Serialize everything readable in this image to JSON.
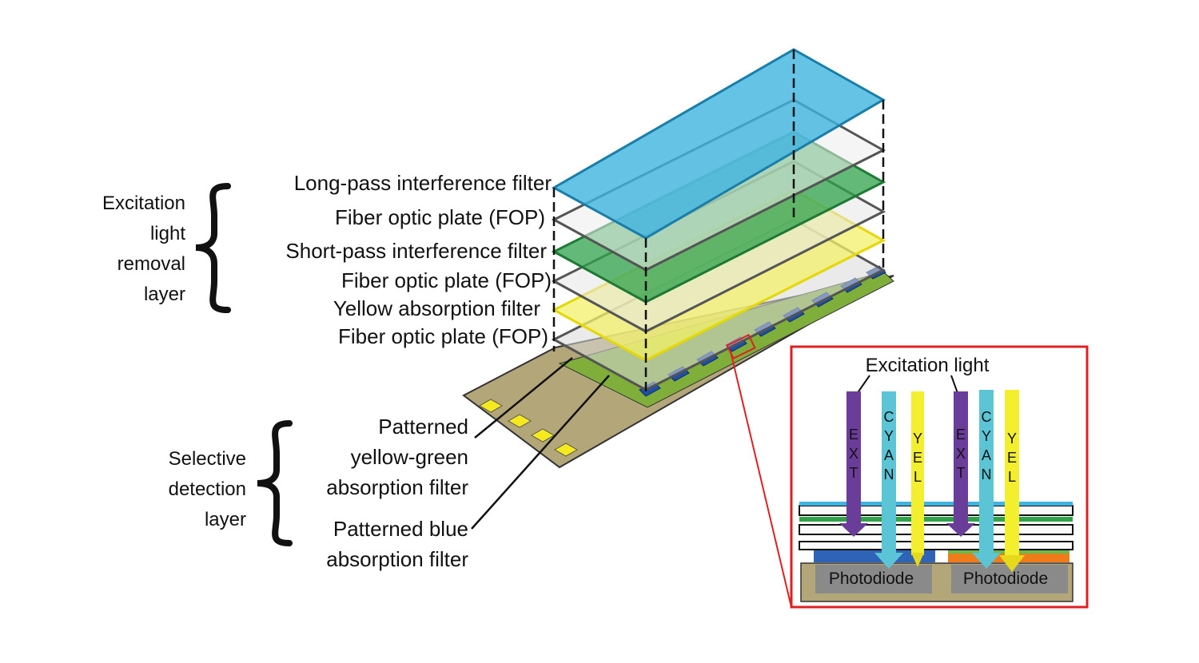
{
  "groups": {
    "excitation": [
      "Excitation",
      "light",
      "removal",
      "layer"
    ],
    "selective": [
      "Selective",
      "detection",
      "layer"
    ]
  },
  "layer_labels": [
    "Long-pass interference filter",
    "Fiber optic plate (FOP)",
    "Short-pass interference filter",
    "Fiber optic plate (FOP)",
    "Yellow absorption filter",
    "Fiber optic plate (FOP)"
  ],
  "pattern_labels": {
    "yellow_green": [
      "Patterned",
      "yellow-green",
      "absorption filter"
    ],
    "blue": [
      "Patterned blue",
      "absorption filter"
    ]
  },
  "inset": {
    "title": "Excitation light",
    "beams": [
      "EXT",
      "CYAN",
      "YEL",
      "EXT",
      "CYAN",
      "YEL"
    ],
    "photodiodes": [
      "Photodiode",
      "Photodiode"
    ]
  },
  "colors": {
    "long_pass": "#3fb4e0",
    "short_pass": "#2fa24a",
    "yellow_filter": "#f2f06a",
    "fop": "#d9d9d9",
    "substrate": "#b3a77a",
    "pad": "#f5ea1e",
    "blue_pattern": "#1f4fa6",
    "ext_beam": "#6a3d9a",
    "cyan_beam": "#5bc5d6",
    "yellow_beam": "#f3ee2e",
    "orange_filter": "#f07b1a",
    "inset_border": "#e02020"
  }
}
